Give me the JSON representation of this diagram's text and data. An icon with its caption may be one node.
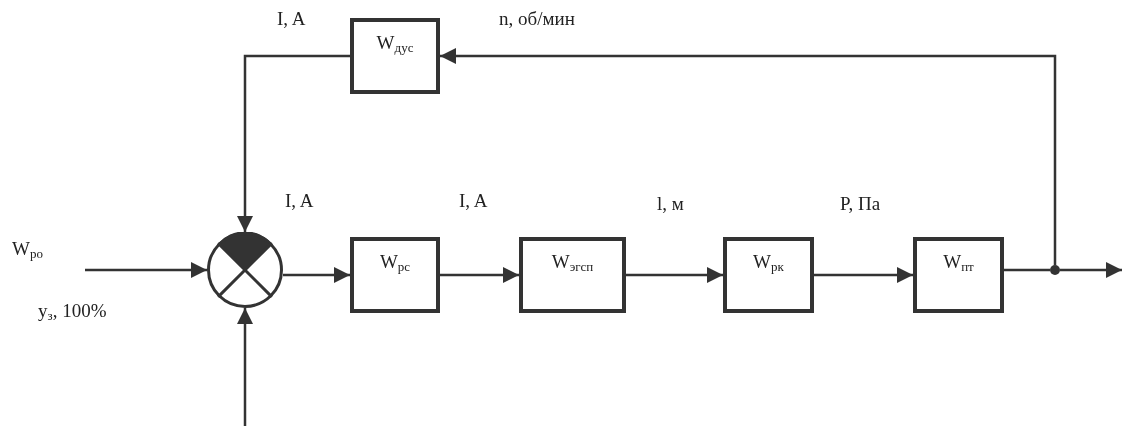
{
  "diagram": {
    "nodes": [
      {
        "text": [],
        "shape": "circle"
      },
      {
        "text": [
          "W$_{рс}$"
        ]
      },
      {
        "text": [
          "W$_{эгсп}$"
        ]
      },
      {
        "text": [
          "W$_{рк}$"
        ]
      },
      {
        "text": [
          "W$_{пт}$"
        ]
      },
      {
        "text": [
          "W$_{дус}$"
        ]
      },
      {
        "text": [],
        "shape": "dot"
      }
    ],
    "edges": [
      {
        "from": null,
        "to": 0,
        "arrow": "to"
      },
      {
        "from": null,
        "to": 0,
        "arrow": "to"
      },
      {
        "from": 0,
        "to": 1,
        "arrow": "to",
        "label": "I, A"
      },
      {
        "from": 1,
        "to": 2,
        "arrow": "to",
        "label": "I, A"
      },
      {
        "from": 2,
        "to": 3,
        "arrow": "to",
        "label": "l, м"
      },
      {
        "from": 3,
        "to": 4,
        "arrow": "to",
        "label": "P, Па"
      },
      {
        "from": 4,
        "to": 6,
        "arrow": "none"
      },
      {
        "from": 6,
        "to": null,
        "arrow": "to"
      },
      {
        "from": 6,
        "to": 5,
        "arrow": "to",
        "label": "n, об/мин"
      },
      {
        "from": 5,
        "to": 0,
        "arrow": "to",
        "label": "I, A"
      }
    ],
    "labels": [
      "W$_{ро}$",
      "y$_{з}$, 100%"
    ]
  }
}
